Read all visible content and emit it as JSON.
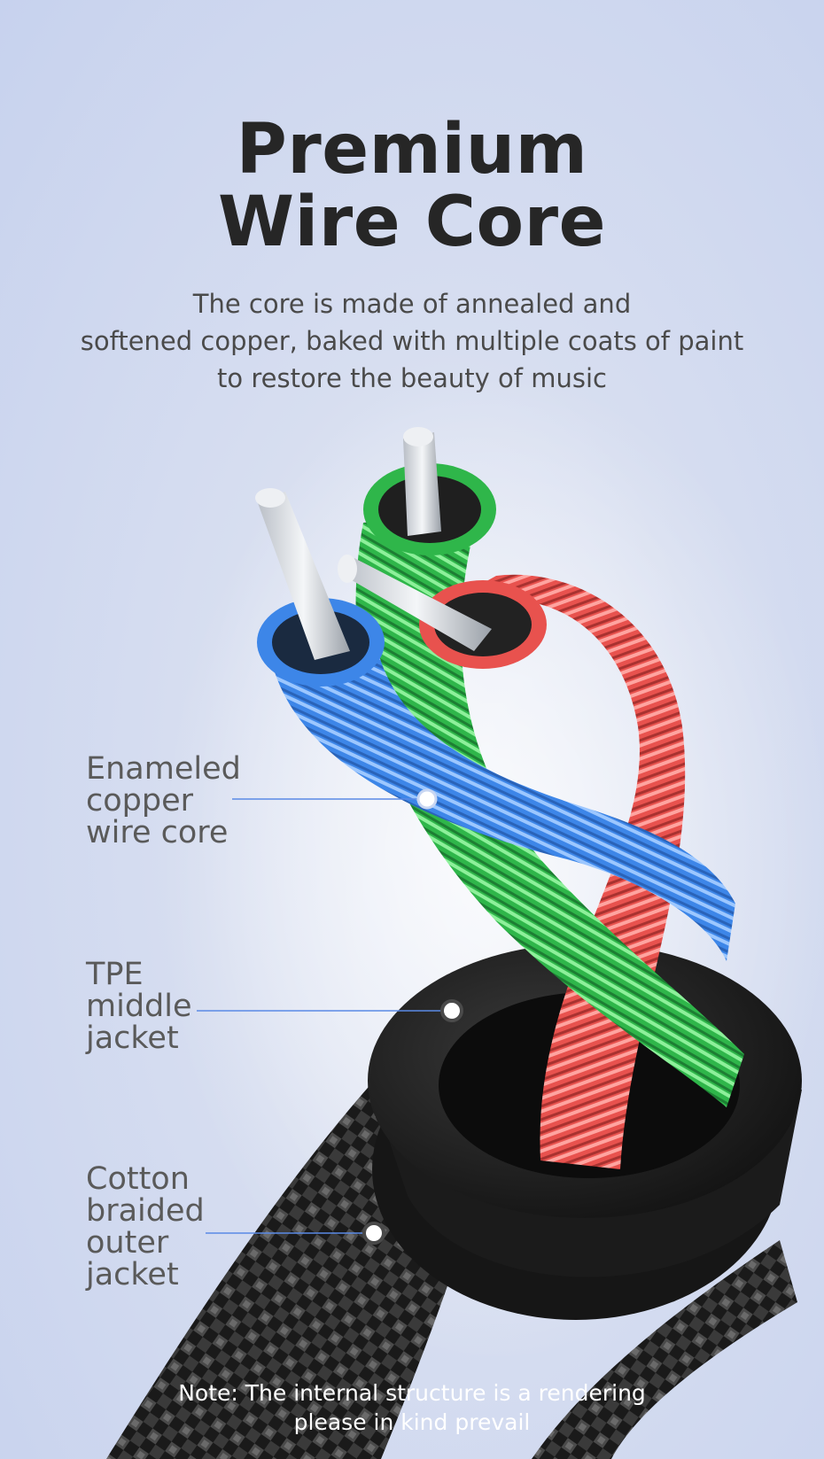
{
  "header": {
    "title_lines": [
      "Premium",
      "Wire Core"
    ],
    "subtitle_lines": [
      "The core is made of annealed and",
      "softened copper, baked with multiple coats of paint",
      "to restore the beauty of music"
    ]
  },
  "callouts": [
    {
      "lines": [
        "Enameled",
        "copper",
        "wire core"
      ]
    },
    {
      "lines": [
        "TPE",
        "middle",
        "jacket"
      ]
    },
    {
      "lines": [
        "Cotton",
        "braided",
        "outer",
        "jacket"
      ]
    }
  ],
  "note_lines": [
    "Note: The internal structure is a rendering",
    "please in kind prevail"
  ],
  "colors": {
    "background": "#cbd5ef",
    "title": "#262626",
    "subtitle": "#4a4a4a",
    "callout_text": "#5a5a5a",
    "callout_line": "#5a8ae6",
    "wire_blue": "#3d86e8",
    "wire_green": "#2fb64a",
    "wire_red": "#e8524e",
    "jacket": "#1f1f1f",
    "strand": "#d9dde3"
  }
}
